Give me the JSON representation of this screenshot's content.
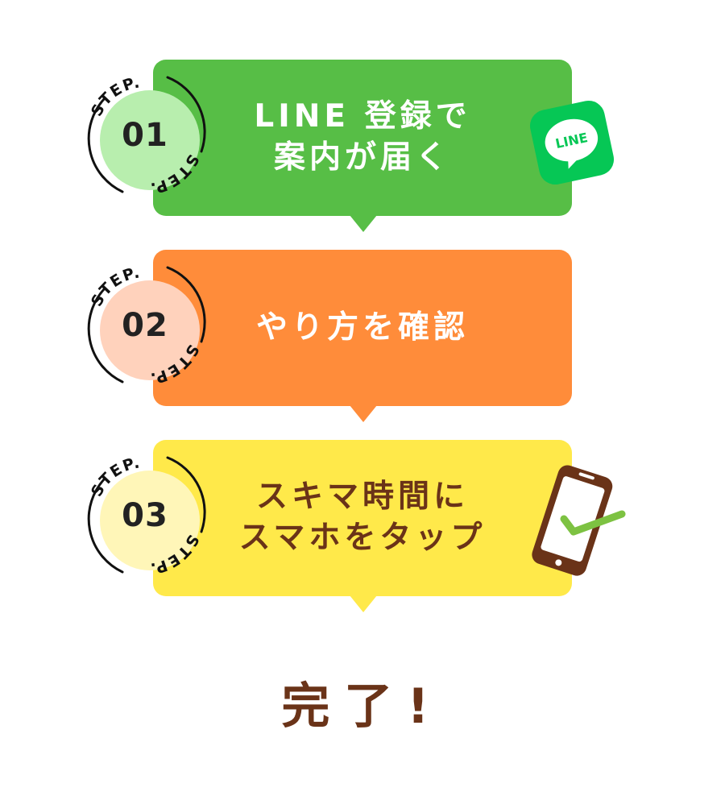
{
  "steps": [
    {
      "step_label": "STEP.",
      "number": "01",
      "lines": [
        "LINE 登録で",
        "案内が届く"
      ],
      "card_color": "#57BE46",
      "circle_color": "#B8EEAE",
      "text_color": "#FFFFFF",
      "icon": "line-app-icon",
      "icon_text": "LINE"
    },
    {
      "step_label": "STEP.",
      "number": "02",
      "lines": [
        "やり方を確認"
      ],
      "card_color": "#FF8C3A",
      "circle_color": "#FFD2BC",
      "text_color": "#FFFFFF",
      "icon": ""
    },
    {
      "step_label": "STEP.",
      "number": "03",
      "lines": [
        "スキマ時間に",
        "スマホをタップ"
      ],
      "card_color": "#FFE94A",
      "circle_color": "#FFF6B8",
      "text_color": "#6A3318",
      "icon": "smartphone-check-icon"
    }
  ],
  "complete_text": "完了!"
}
